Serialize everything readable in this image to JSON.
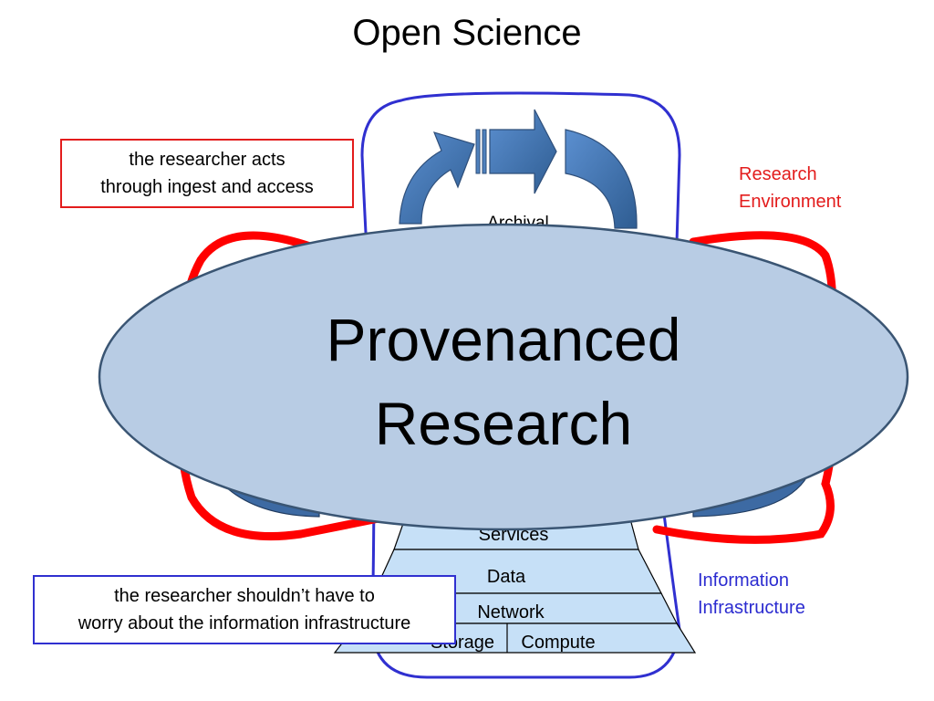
{
  "title": "Open Science",
  "callouts": {
    "researcher_acts": [
      "the researcher acts",
      "through ingest and access"
    ],
    "researcher_shouldnt": [
      "the researcher shouldn’t have to",
      "worry about the information infrastructure"
    ]
  },
  "labels": {
    "research_environment": [
      "Research",
      "Environment"
    ],
    "information_infrastructure": [
      "Information",
      "Infrastructure"
    ]
  },
  "archival_label": "Archival",
  "center_ellipse": [
    "Provenanced",
    "Research"
  ],
  "stack": {
    "services": "Services",
    "data": "Data",
    "network": "Network",
    "storage": "Storage",
    "compute": "Compute"
  },
  "colors": {
    "research_loop": "#ff0000",
    "infrastructure_loop": "#3030d0",
    "ellipse_fill": "#b8cce4",
    "ellipse_stroke": "#3a5573",
    "arrow_fill": "#4f81bd",
    "stack_fill": "#c6e0f7"
  }
}
